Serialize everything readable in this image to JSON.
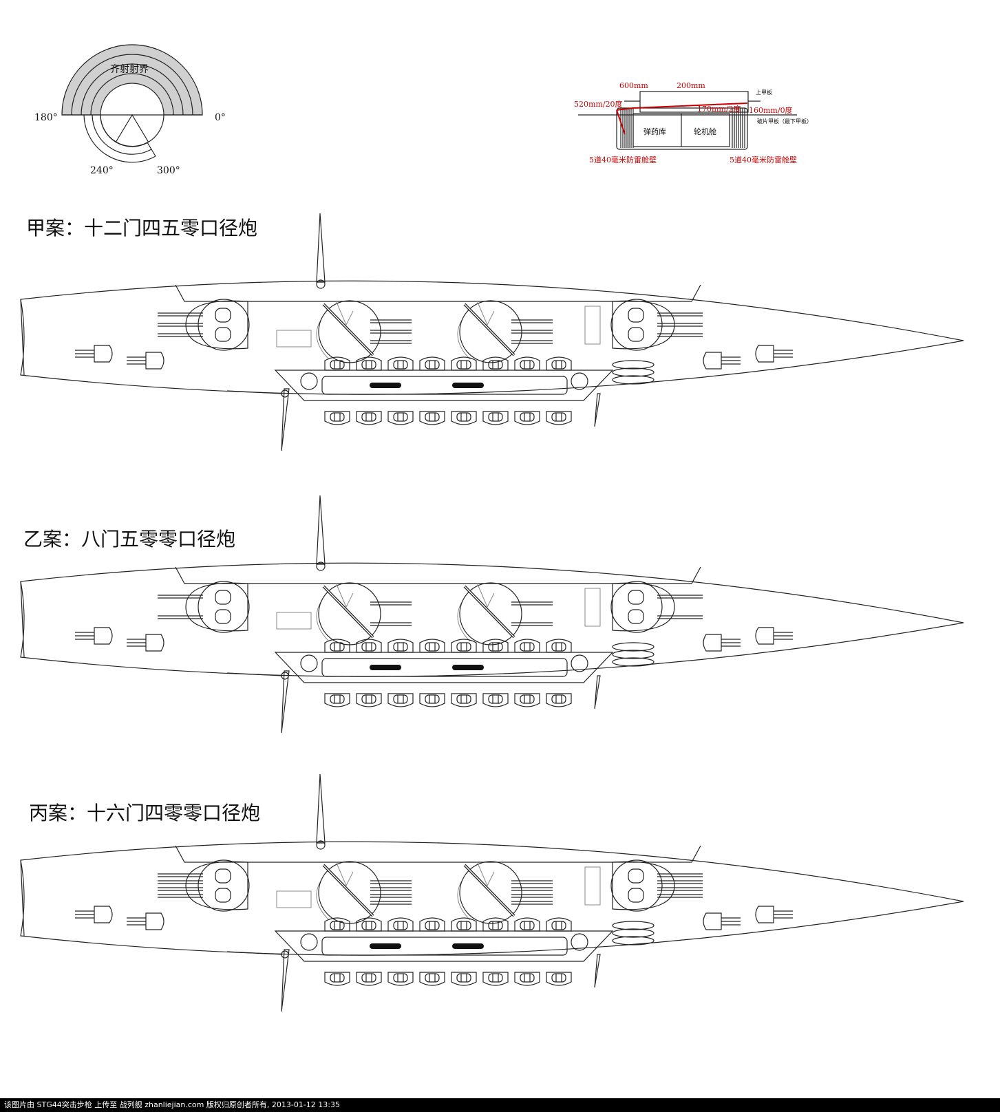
{
  "firing_arc": {
    "label": "齐射射界",
    "angle_left": "180°",
    "angle_right": "0°",
    "angle_bl": "240°",
    "angle_br": "300°"
  },
  "armor": {
    "top_600": "600mm",
    "top_200": "200mm",
    "belt_left": "520mm/20度",
    "deck_mid": "170mm/2度",
    "deck_right": "160mm/0度",
    "upper_deck": "上甲板",
    "splinter_deck": "破片甲板（最下甲板）",
    "magazine": "弹药库",
    "engine_room": "轮机舱",
    "bulkhead_left": "5道40毫米防雷舱壁",
    "bulkhead_right": "5道40毫米防雷舱壁"
  },
  "plans": [
    {
      "title": "甲案：十二门四五零口径炮",
      "barrels": 3
    },
    {
      "title": "乙案：八门五零零口径炮",
      "barrels": 2
    },
    {
      "title": "丙案：十六门四零零口径炮",
      "barrels": 4
    }
  ],
  "footer": "该图片由 STG44突击步枪 上传至 战列舰 zhanliejian.com 版权归原创者所有, 2013-01-12 13:35"
}
